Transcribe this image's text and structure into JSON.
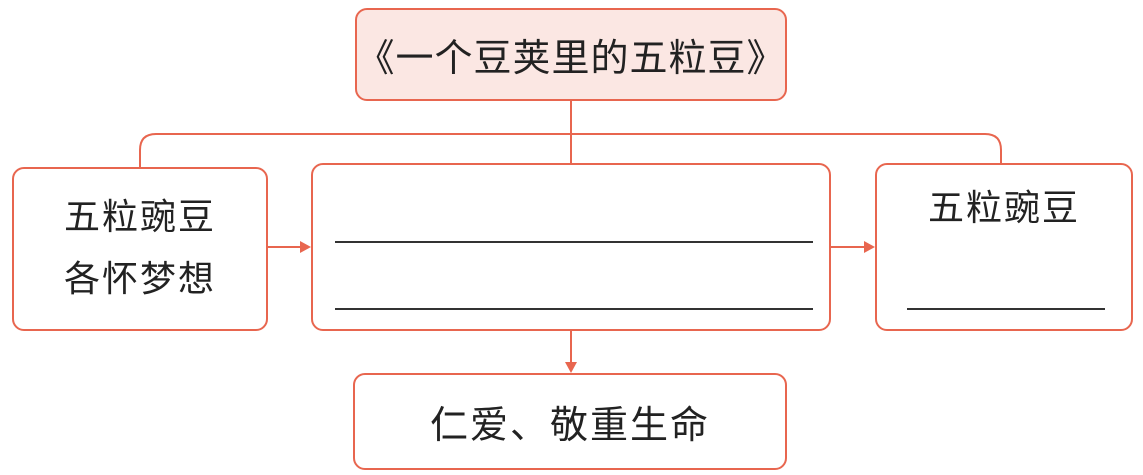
{
  "diagram": {
    "title": "《一个豆荚里的五粒豆》",
    "left_box": {
      "line1": "五粒豌豆",
      "line2": "各怀梦想"
    },
    "middle_box": {
      "blanks": [
        "",
        ""
      ]
    },
    "right_box": {
      "line1": "五粒豌豆",
      "blank": ""
    },
    "bottom_box": {
      "text": "仁爱、敬重生命"
    },
    "colors": {
      "accent": "#e8664f",
      "title_fill": "#fbe7e3",
      "text": "#222222"
    }
  }
}
